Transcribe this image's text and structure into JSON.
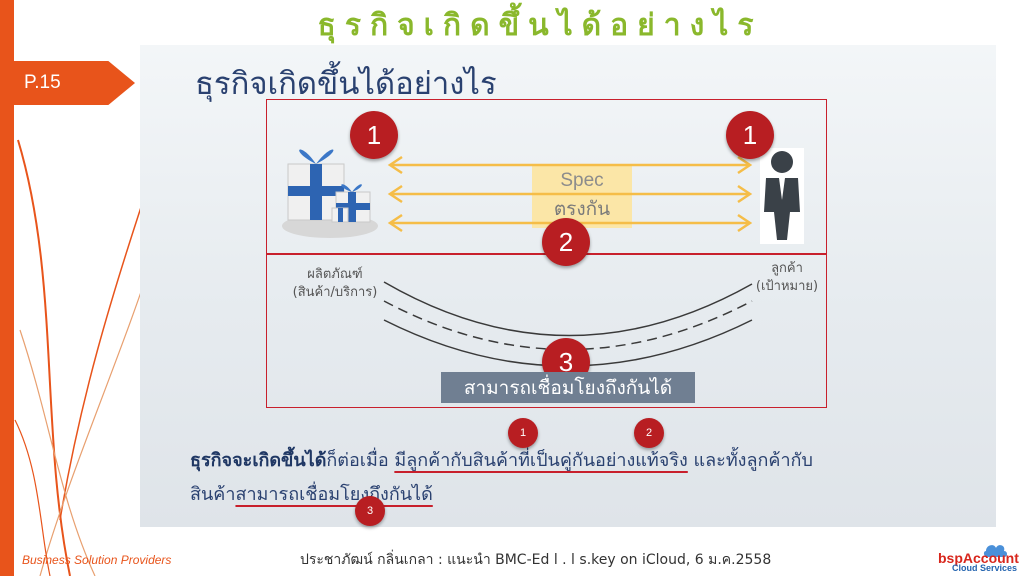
{
  "slide": {
    "title": "ธุรกิจเกิดขึ้นได้อย่างไร",
    "page_number": "P.15"
  },
  "panel": {
    "heading": "ธุรกิจเกิดขึ้นได้อย่างไร",
    "badge_left": "1",
    "badge_right": "1",
    "badge_spec": "2",
    "badge_connect": "3",
    "spec_line1": "Spec",
    "spec_line2": "ตรงกัน",
    "product_label_line1": "ผลิตภัณฑ์",
    "product_label_line2": "(สินค้า/บริการ)",
    "customer_label_line1": "ลูกค้า",
    "customer_label_line2": "(เป้าหมาย)",
    "connect_label": "สามารถเชื่อมโยงถึงกันได้",
    "icons": [
      "gift-boxes-icon",
      "customer-person-icon"
    ]
  },
  "body": {
    "line1_bold": "ธุรกิจจะเกิดขึ้นได้",
    "line1_plain": "ก็ต่อเมื่อ ",
    "line1_underlined": "มีลูกค้ากับสินค้าที่เป็นคู่กันอย่างแท้จริง",
    "line1_tail": " และทั้งลูกค้ากับ",
    "line2_plain": "สินค้า",
    "line2_underlined": "สามารถเชื่อมโยงถึงกันได้",
    "note_1": "1",
    "note_2": "2",
    "note_3": "3"
  },
  "footer": {
    "left": "Business Solution Providers",
    "center": "ประชาภัฒน์ กลิ่นเกลา : แนะนำ BMC-Ed l . l s.key on iCloud, 6 ม.ค.2558",
    "logo_main": "bspAccount",
    "logo_sub": "Cloud Services"
  },
  "colors": {
    "accent_orange": "#e8541b",
    "title_green": "#8ab82c",
    "heading_navy": "#2a4170",
    "badge_red": "#b81e22",
    "box_red": "#c8202c",
    "spec_yellow": "#fbe6a7",
    "arrow_yellow": "#f5bd48"
  }
}
